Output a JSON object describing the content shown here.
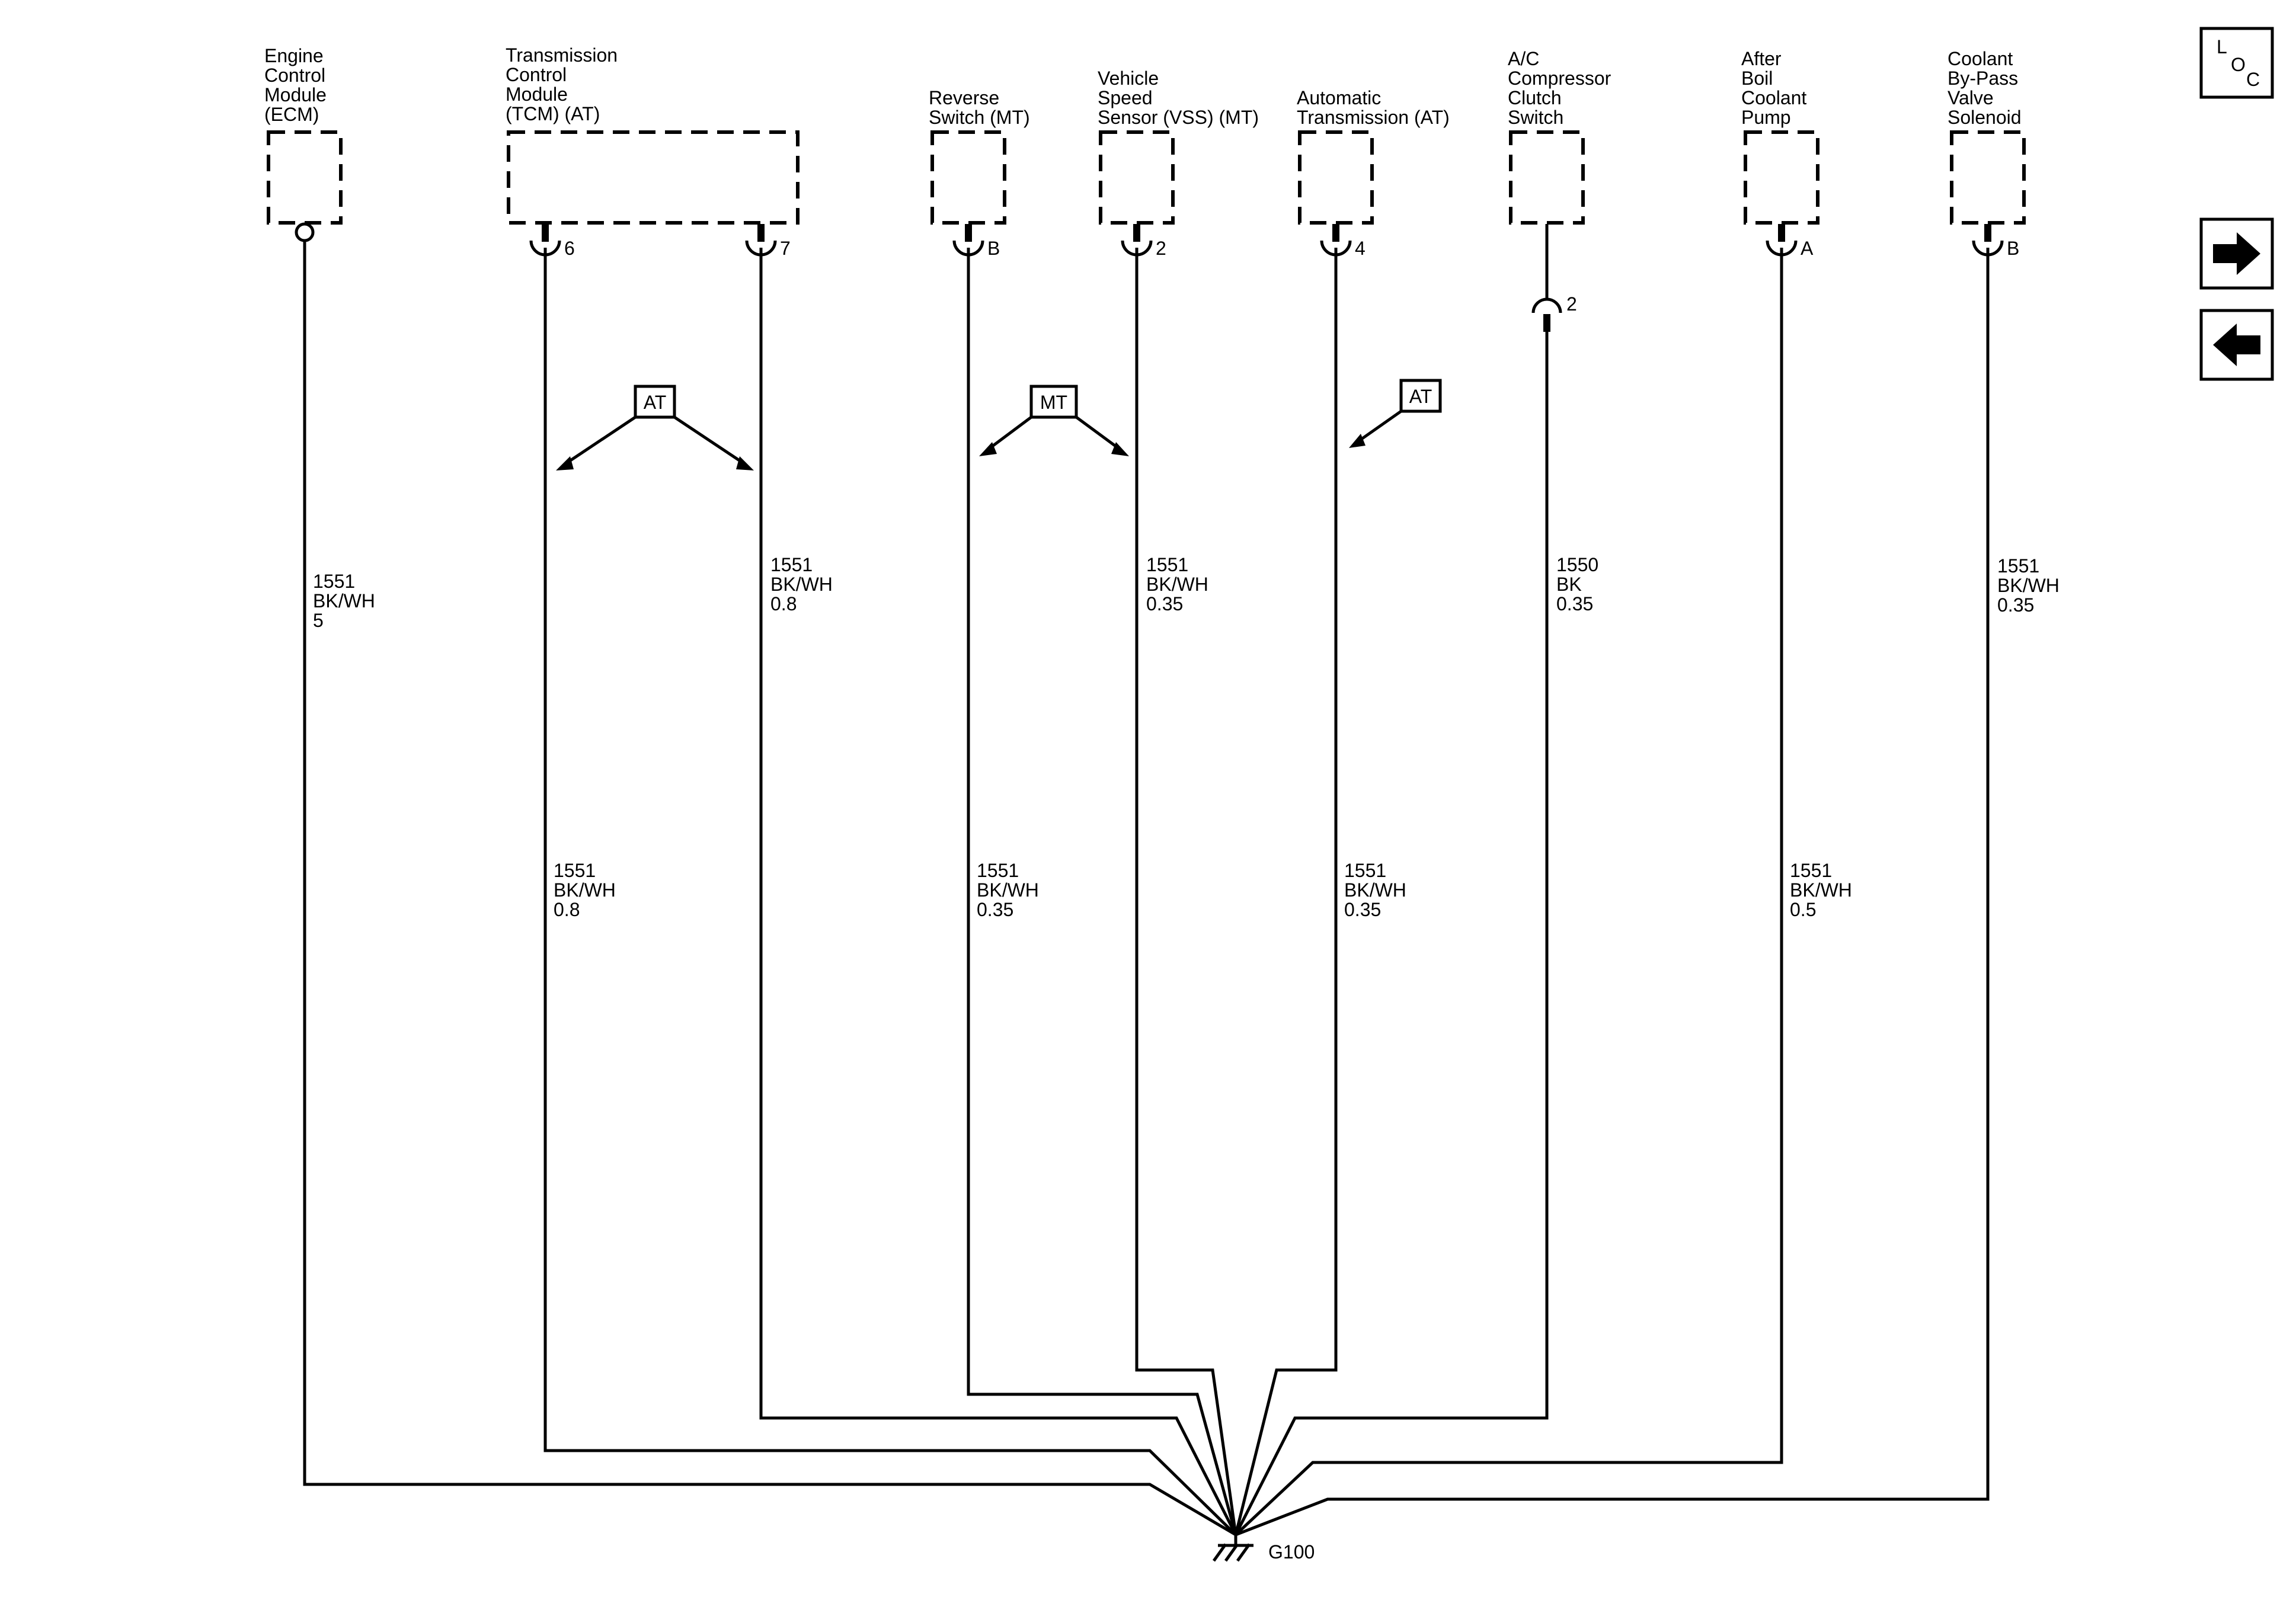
{
  "components": [
    {
      "id": "ecm",
      "lines": [
        "Engine",
        "Control",
        "Module",
        "(ECM)"
      ]
    },
    {
      "id": "tcm",
      "lines": [
        "Transmission",
        "Control",
        "Module",
        "(TCM) (AT)"
      ]
    },
    {
      "id": "reverse",
      "lines": [
        "Reverse",
        "Switch (MT)"
      ]
    },
    {
      "id": "vss",
      "lines": [
        "Vehicle",
        "Speed",
        "Sensor (VSS) (MT)"
      ]
    },
    {
      "id": "auto_trans",
      "lines": [
        "Automatic",
        "Transmission (AT)"
      ]
    },
    {
      "id": "ac",
      "lines": [
        "A/C",
        "Compressor",
        "Clutch",
        "Switch"
      ]
    },
    {
      "id": "after_boil",
      "lines": [
        "After",
        "Boil",
        "Coolant",
        "Pump"
      ]
    },
    {
      "id": "coolant_bypass",
      "lines": [
        "Coolant",
        "By-Pass",
        "Valve",
        "Solenoid"
      ]
    }
  ],
  "pins": {
    "tcm_6": "6",
    "tcm_7": "7",
    "reverse": "B",
    "vss": "2",
    "auto_trans": "4",
    "ac_inline": "2",
    "after_boil": "A",
    "coolant_bypass": "B"
  },
  "wire_labels": {
    "ecm": [
      "1551",
      "BK/WH",
      "5"
    ],
    "tcm7_upper": [
      "1551",
      "BK/WH",
      "0.8"
    ],
    "vss_upper": [
      "1551",
      "BK/WH",
      "0.35"
    ],
    "ac_upper": [
      "1550",
      "BK",
      "0.35"
    ],
    "coolant_upper": [
      "1551",
      "BK/WH",
      "0.35"
    ],
    "tcm6_lower": [
      "1551",
      "BK/WH",
      "0.8"
    ],
    "reverse_lower": [
      "1551",
      "BK/WH",
      "0.35"
    ],
    "auto_trans_lower": [
      "1551",
      "BK/WH",
      "0.35"
    ],
    "after_boil_lower": [
      "1551",
      "BK/WH",
      "0.5"
    ]
  },
  "option_tags": {
    "tcm_tag": "AT",
    "mt_tag": "MT",
    "auto_trans_tag": "AT"
  },
  "ground": "G100",
  "nav": {
    "loc_icon": [
      "L",
      "O",
      "C"
    ],
    "next_icon": "right-arrow",
    "prev_icon": "left-arrow"
  }
}
